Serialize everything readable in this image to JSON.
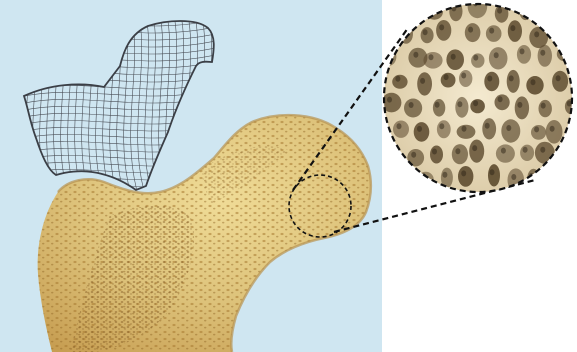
{
  "figure": {
    "panel_background": "#cfe6f1",
    "page_background": "#ffffff",
    "bone_color": "#e2cc86",
    "bone_shadow_color": "#a9823a",
    "mesh_line_color": "#4a4f57",
    "dashed_outline_color": "#111111",
    "trabecular_color": "#efe4c8",
    "trabecular_pore_color": "#6b5a3c"
  },
  "icons": {
    "mesh": "wireframe-femur-mesh",
    "bone": "femur-cross-section",
    "lens": "magnifier-circle",
    "zoom": "trabecular-bone-zoom"
  }
}
